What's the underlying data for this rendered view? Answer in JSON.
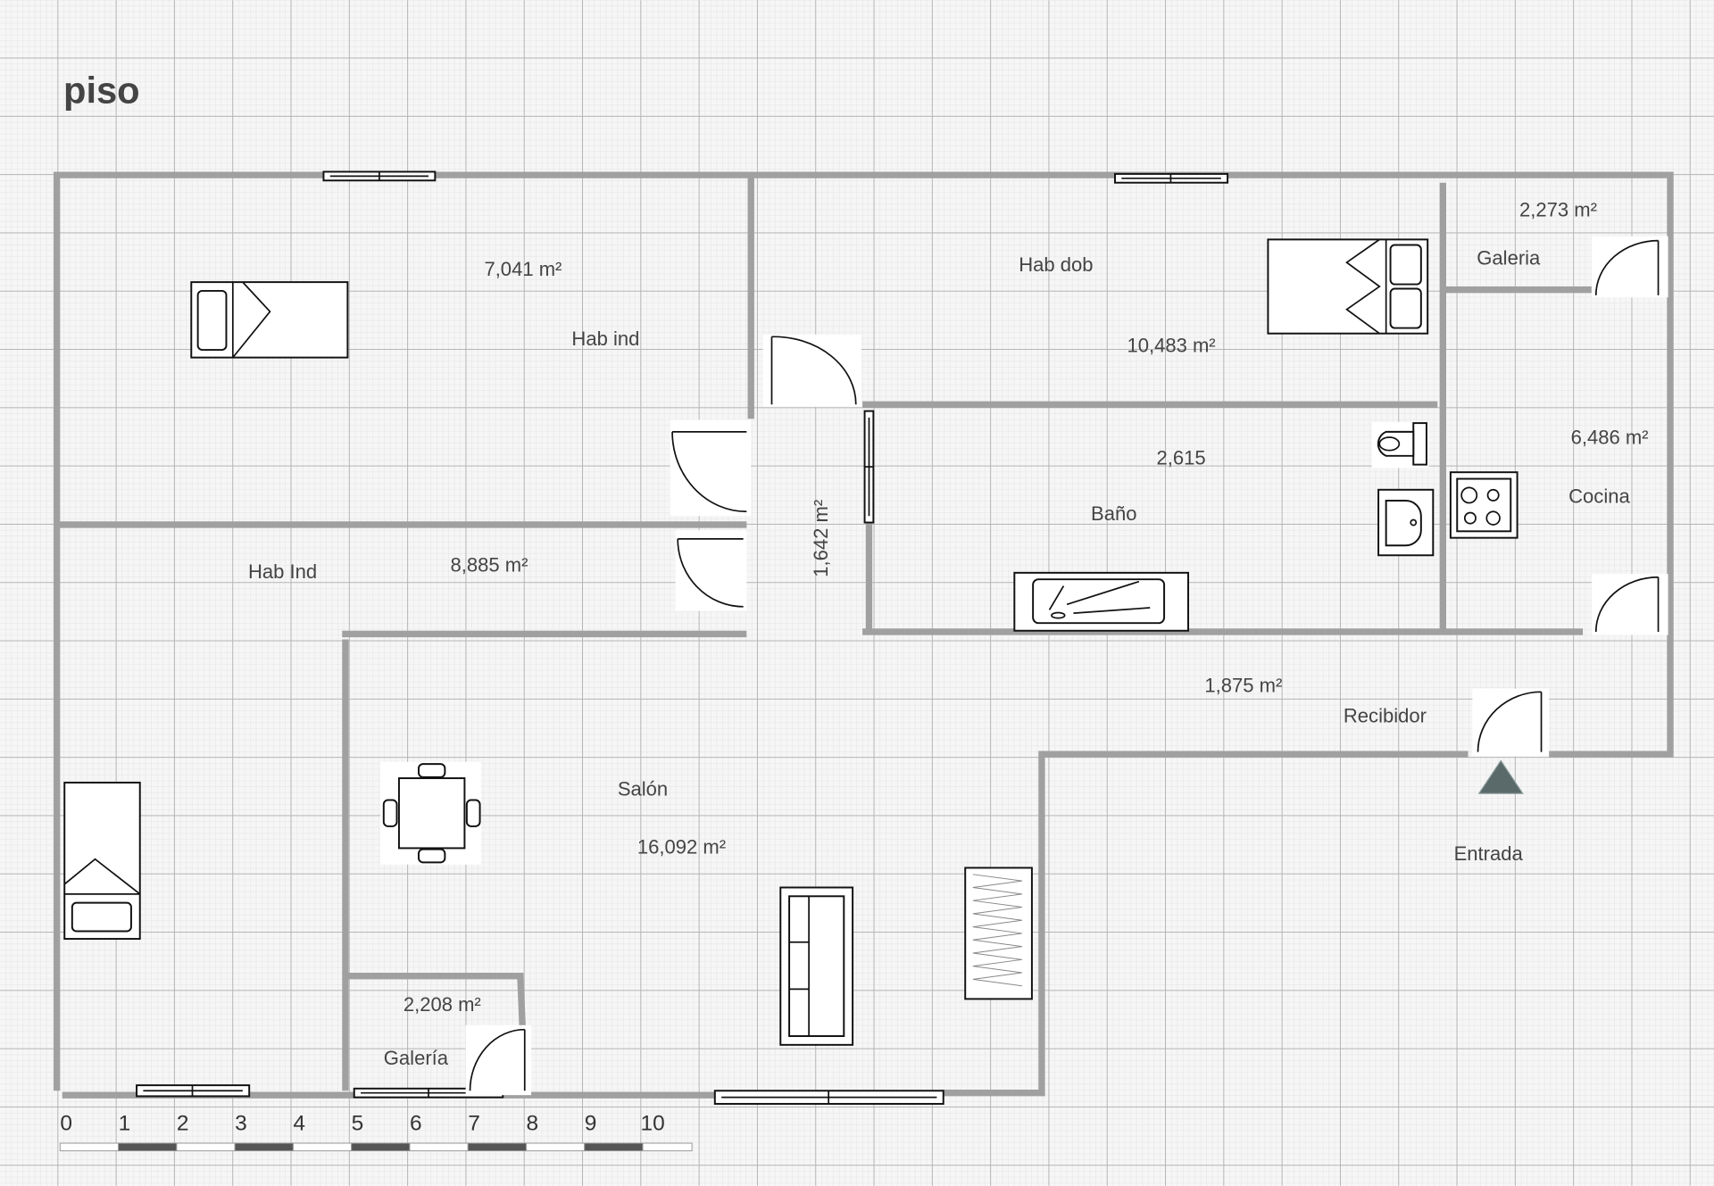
{
  "title": "piso",
  "colors": {
    "wall": "#a0a0a0",
    "grid_major": "#b4b4b4",
    "grid_minor": "#e0e0e0",
    "text": "#444444",
    "entrance_marker": "#5a6a6a"
  },
  "rooms": [
    {
      "name": "Hab ind",
      "area": "7,041 m²"
    },
    {
      "name": "Hab dob",
      "area": "10,483 m²"
    },
    {
      "name": "Galeria",
      "area": "2,273 m²"
    },
    {
      "name": "Baño",
      "area": "2,615"
    },
    {
      "name": "Cocina",
      "area": "6,486 m²"
    },
    {
      "name": "Hab Ind",
      "area": "8,885 m²"
    },
    {
      "name": "Recibidor",
      "area": "1,875 m²"
    },
    {
      "name": "Salón",
      "area": "16,092 m²"
    },
    {
      "name": "Galería",
      "area": "2,208 m²"
    }
  ],
  "corridor_area": "1,642 m²",
  "entrance_label": "Entrada",
  "scale_labels": [
    "0",
    "1",
    "2",
    "3",
    "4",
    "5",
    "6",
    "7",
    "8",
    "9",
    "10"
  ]
}
